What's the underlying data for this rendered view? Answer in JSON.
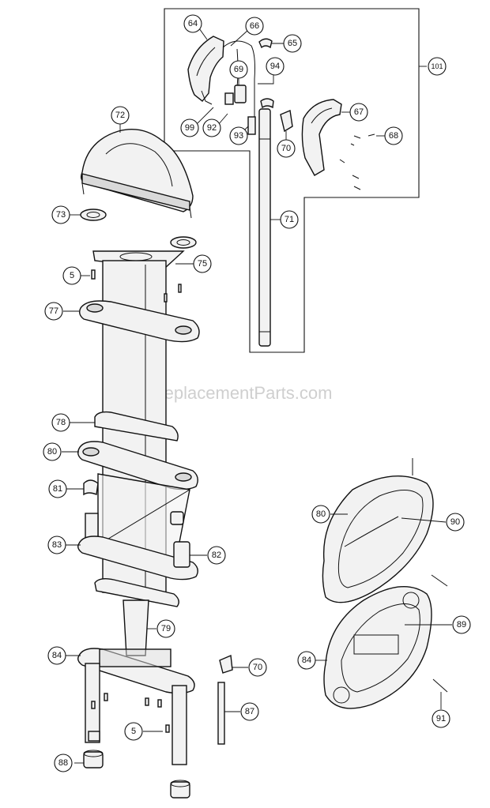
{
  "watermark": "eReplacementParts.com",
  "callouts": [
    {
      "id": "64",
      "label": "64"
    },
    {
      "id": "66",
      "label": "66"
    },
    {
      "id": "65",
      "label": "65"
    },
    {
      "id": "94",
      "label": "94"
    },
    {
      "id": "101",
      "label": "101"
    },
    {
      "id": "69",
      "label": "69"
    },
    {
      "id": "67",
      "label": "67"
    },
    {
      "id": "99",
      "label": "99"
    },
    {
      "id": "92",
      "label": "92"
    },
    {
      "id": "93",
      "label": "93"
    },
    {
      "id": "70a",
      "label": "70"
    },
    {
      "id": "68",
      "label": "68"
    },
    {
      "id": "72",
      "label": "72"
    },
    {
      "id": "71",
      "label": "71"
    },
    {
      "id": "73",
      "label": "73"
    },
    {
      "id": "75",
      "label": "75"
    },
    {
      "id": "5a",
      "label": "5"
    },
    {
      "id": "77",
      "label": "77"
    },
    {
      "id": "78",
      "label": "78"
    },
    {
      "id": "80a",
      "label": "80"
    },
    {
      "id": "81",
      "label": "81"
    },
    {
      "id": "80b",
      "label": "80"
    },
    {
      "id": "90",
      "label": "90"
    },
    {
      "id": "83",
      "label": "83"
    },
    {
      "id": "82",
      "label": "82"
    },
    {
      "id": "79",
      "label": "79"
    },
    {
      "id": "89",
      "label": "89"
    },
    {
      "id": "84a",
      "label": "84"
    },
    {
      "id": "70b",
      "label": "70"
    },
    {
      "id": "84b",
      "label": "84"
    },
    {
      "id": "87",
      "label": "87"
    },
    {
      "id": "5b",
      "label": "5"
    },
    {
      "id": "91",
      "label": "91"
    },
    {
      "id": "88",
      "label": "88"
    }
  ]
}
